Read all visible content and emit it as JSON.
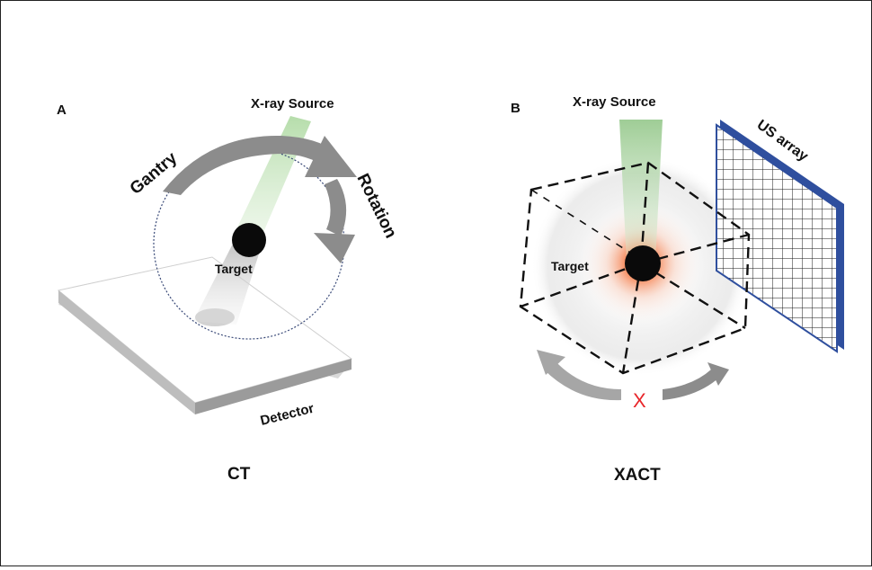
{
  "panel_a": {
    "letter": "A",
    "source_label": "X-ray Source",
    "gantry_label": "Gantry",
    "rotation_label": "Rotation",
    "target_label": "Target",
    "detector_label": "Detector",
    "caption": "CT"
  },
  "panel_b": {
    "letter": "B",
    "source_label": "X-ray Source",
    "array_label": "US array",
    "target_label": "Target",
    "cross_label": "X",
    "caption": "XACT"
  },
  "colors": {
    "beam_green": "#bfe0b5",
    "arrow_gray": "#8c8c8c",
    "glow_orange": "#f26b2b",
    "array_blue": "#2f4f9e",
    "cross_red": "#e8262a",
    "orbit_navy": "#3a4a78"
  }
}
